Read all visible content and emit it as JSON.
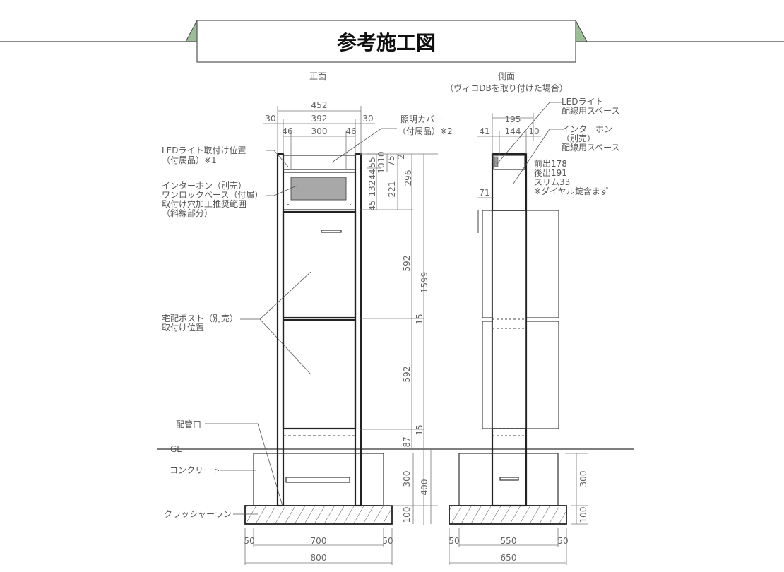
{
  "title": "参考施工図",
  "colors": {
    "banner_accent": "#9dbd98",
    "line": "#333333"
  },
  "front": {
    "heading": "正面",
    "dims_top": {
      "overall": "452",
      "side_left": "30",
      "inner": "392",
      "side_right": "30",
      "margin_left": "46",
      "opening": "300",
      "margin_right": "46"
    },
    "dims_right": [
      "2",
      "10",
      "10",
      "55",
      "44",
      "75",
      "132",
      "221",
      "296",
      "45",
      "592",
      "1599",
      "15",
      "592",
      "15",
      "87",
      "300",
      "400",
      "100"
    ],
    "dims_bottom": {
      "left": "50",
      "inner": "700",
      "right": "50",
      "overall": "800"
    },
    "labels": {
      "led_position": [
        "LEDライト取付け位置",
        "（付属品）※1"
      ],
      "light_cover": [
        "照明カバー",
        "（付属品）※2"
      ],
      "intercom": [
        "インターホン（別売）",
        "ワンロックベース（付属）",
        "取付け穴加工推奨範囲",
        "（斜線部分）"
      ],
      "parcel_box": [
        "宅配ポスト（別売）",
        "取付け位置"
      ],
      "pipe_inlet": "配管口",
      "gl": "GL",
      "concrete": "コンクリート",
      "crusher_run": "クラッシャーラン"
    }
  },
  "side": {
    "heading": "側面",
    "subheading": "（ヴィコDBを取り付けた場合）",
    "dims_top": {
      "overall": "195",
      "left": "41",
      "inner": "144",
      "right": "10",
      "offset": "71"
    },
    "dims_right": [
      "300",
      "100"
    ],
    "dims_bottom": {
      "left": "50",
      "inner": "550",
      "right": "50",
      "overall": "650"
    },
    "labels": {
      "led_wiring": [
        "LEDライト",
        "配線用スペース"
      ],
      "intercom_wiring": [
        "インターホン",
        "（別売）",
        "配線用スペース"
      ],
      "depth_notes": [
        "前出178",
        "後出191",
        "スリム33",
        "※ダイヤル錠含まず"
      ]
    }
  }
}
